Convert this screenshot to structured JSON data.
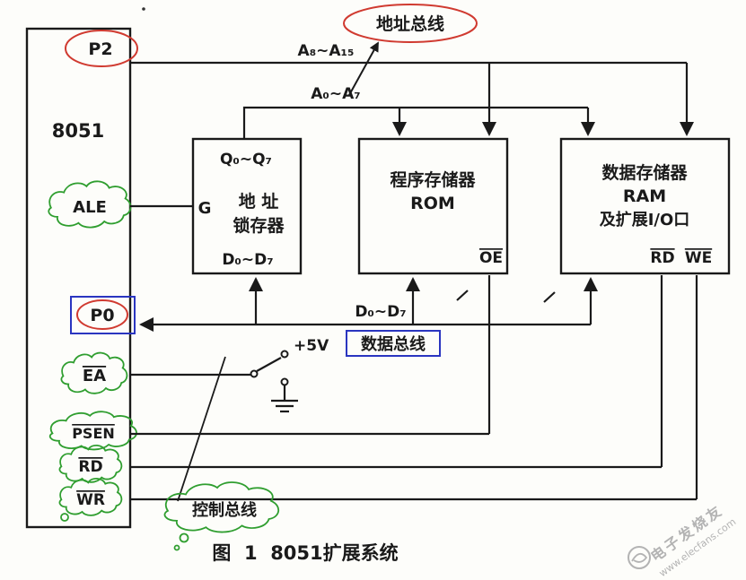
{
  "colors": {
    "ink": "#1a1a1a",
    "annotation_red": "#d03a30",
    "annotation_blue": "#2a35c0",
    "annotation_green": "#2f9e2f",
    "watermark_gray": "#b3b3b3",
    "paper": "#fdfdfa"
  },
  "mcu": {
    "label": "8051",
    "pins": {
      "p2": "P2",
      "ale": "ALE",
      "p0": "P0",
      "ea": "EA",
      "psen": "PSEN",
      "rd": "RD",
      "wr": "WR"
    }
  },
  "latch": {
    "q_range": "Q₀~Q₇",
    "g": "G",
    "name_line1": "地 址",
    "name_line2": "锁存器",
    "d_range": "D₀~D₇"
  },
  "rom": {
    "name": "程序存储器",
    "type": "ROM",
    "oe": "OE"
  },
  "ram": {
    "name": "数据存储器",
    "type": "RAM",
    "io": "及扩展I/O口",
    "rd": "RD",
    "we": "WE"
  },
  "buses": {
    "address_label": "地址总线",
    "data_label": "数据总线",
    "control_label": "控制总线",
    "a_high_range": "A₈~A₁₅",
    "a_low_range": "A₀~A₇",
    "d_range": "D₀~D₇"
  },
  "power": {
    "vcc": "+5V"
  },
  "caption": "图  1  8051扩展系统",
  "watermark": {
    "brand": "电子发烧友",
    "url": "www.elecfans.com"
  }
}
